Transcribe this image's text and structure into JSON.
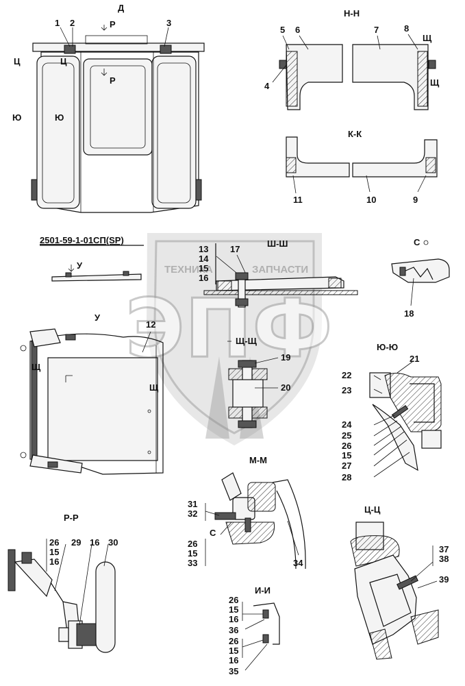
{
  "sections": {
    "d": "Д",
    "nn": "Н-Н",
    "kk": "К-К",
    "ss": "Ш-Ш",
    "s": "С",
    "y": "У",
    "yu": "Ю-Ю",
    "shch": "Щ-Щ",
    "mm": "М-М",
    "rr": "Р-Р",
    "tsts": "Ц-Ц",
    "ii": "И-И"
  },
  "drawing_number": "2501-59-1-01СП(SP)",
  "markers": {
    "r": "Р",
    "ts": "Ц",
    "shch": "Щ",
    "yu": "Ю",
    "y": "У",
    "s": "С"
  },
  "callouts": {
    "c1": "1",
    "c2": "2",
    "c3": "3",
    "c4": "4",
    "c5": "5",
    "c6": "6",
    "c7": "7",
    "c8": "8",
    "c9": "9",
    "c10": "10",
    "c11": "11",
    "c12": "12",
    "c13": "13",
    "c14": "14",
    "c15": "15",
    "c16": "16",
    "c17": "17",
    "c18": "18",
    "c19": "19",
    "c20": "20",
    "c21": "21",
    "c22": "22",
    "c23": "23",
    "c24": "24",
    "c25": "25",
    "c26": "26",
    "c27": "27",
    "c28": "28",
    "c29": "29",
    "c30": "30",
    "c31": "31",
    "c32": "32",
    "c33": "33",
    "c34": "34",
    "c35": "35",
    "c36": "36",
    "c37": "37",
    "c38": "38",
    "c39": "39"
  },
  "watermark": {
    "line1": "ТЕХНИКА",
    "line2": "ЗАПЧАСТИ",
    "logo": "ЭПФ"
  }
}
